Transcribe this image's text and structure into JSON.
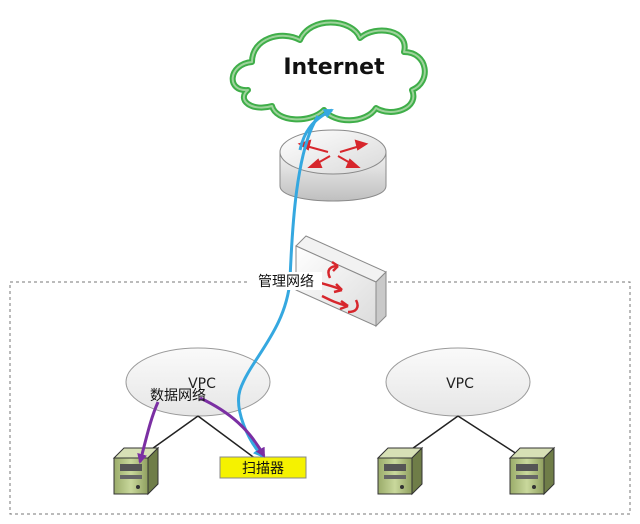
{
  "diagram": {
    "internet_label": "Internet",
    "management_network_label": "管理网络",
    "data_network_label": "数据网络",
    "vpc_left_label": "VPC",
    "vpc_right_label": "VPC",
    "scanner_label": "扫描器"
  },
  "colors": {
    "cloud_stroke": "#3fae49",
    "cloud_fill": "#ffffff",
    "router_red": "#d7262c",
    "management_line": "#35a8e0",
    "data_line": "#7b2fa3",
    "scanner_fill": "#f5f200",
    "server_green": "#b8c98a",
    "vpc_fill": "#f3f3f3",
    "connector": "#222222"
  },
  "icons": {
    "router": "router-icon",
    "firewall": "firewall-icon",
    "server": "server-icon",
    "cloud": "cloud-icon"
  }
}
